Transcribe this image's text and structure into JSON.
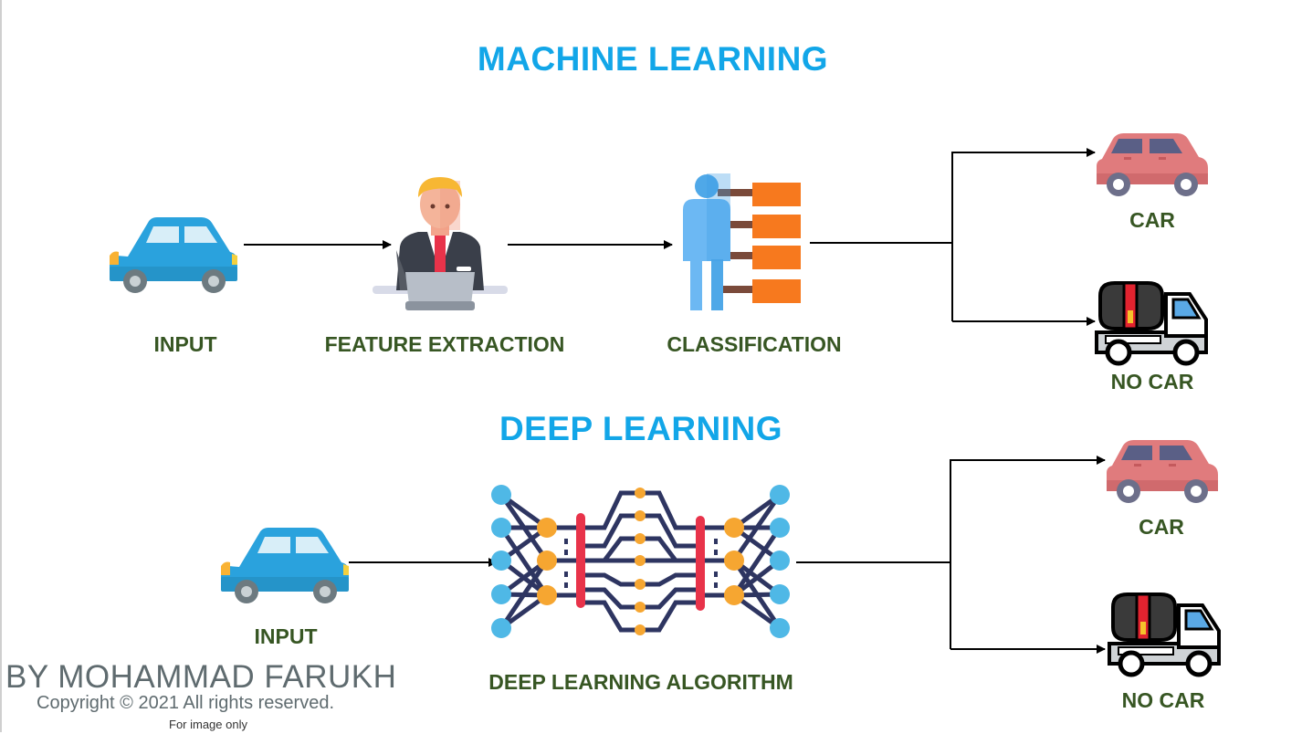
{
  "titles": {
    "ml": "MACHINE LEARNING",
    "dl": "DEEP LEARNING"
  },
  "labels": {
    "ml_input": "INPUT",
    "ml_feature": "FEATURE EXTRACTION",
    "ml_classification": "CLASSIFICATION",
    "ml_car": "CAR",
    "ml_no_car": "NO CAR",
    "dl_input": "INPUT",
    "dl_algorithm": "DEEP LEARNING ALGORITHM",
    "dl_car": "CAR",
    "dl_no_car": "NO CAR"
  },
  "footer": {
    "author": "BY MOHAMMAD FARUKH",
    "copyright": "Copyright © 2021 All rights reserved.",
    "note": "For image only"
  },
  "icons": [
    "blue-car-icon",
    "businessman-laptop-icon",
    "classification-person-icon",
    "red-car-icon",
    "cement-truck-icon",
    "neural-network-icon"
  ],
  "colors": {
    "title": "#12a6e8",
    "label": "#375623",
    "input_car": "#2aa2dd",
    "output_car": "#e07b7d",
    "classify_boxes": "#f7791e",
    "network_nodes_outer": "#4fb8e6",
    "network_nodes_inner": "#f6a631",
    "network_bars": "#e8334a"
  }
}
